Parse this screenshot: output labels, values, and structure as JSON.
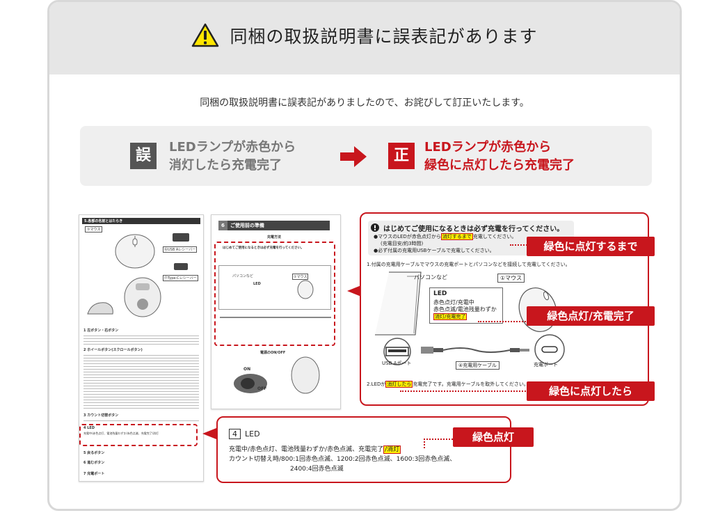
{
  "header": {
    "title": "同梱の取扱説明書に誤表記があります",
    "icon": "warning-icon"
  },
  "intro": "同梱の取扱説明書に誤表記がありましたので、お詫びして訂正いたします。",
  "compare": {
    "wrong_badge": "誤",
    "wrong_line1": "LEDランプが赤色から",
    "wrong_line2": "消灯したら充電完了",
    "right_badge": "正",
    "right_line1": "LEDランプが赤色から",
    "right_line2": "緑色に点灯したら充電完了"
  },
  "manual_left": {
    "section_title": "5.各部の名前とはたらき",
    "mouse_label": "①マウス",
    "usb_a_label": "⑯USB Aレシーバー",
    "usb_c_label": "⑰Type-Cレシーバー",
    "items": [
      "1 左ボタン・右ボタン",
      "2 ホイールボタン(スクロールボタン)",
      "3 カウント切替ボタン",
      "4 LED",
      "5 戻るボタン",
      "6 進むボタン",
      "7 充電ポート"
    ],
    "led_line": "充電中/赤色点灯、電池残量わずか/赤色点滅、充電完了/消灯"
  },
  "manual_mid": {
    "section_num": "6",
    "section_title": "ご使用前の準備",
    "sub1": "充電方法",
    "notice": "はじめてご使用になるときは必ず充電を行ってください。",
    "pc_label": "パソコンなど",
    "mouse_label": "①マウス",
    "led_label": "LED",
    "sub2": "電源のON/OFF",
    "on_label": "ON",
    "off_label": "OFF"
  },
  "zoom1": {
    "notice": "はじめてご使用になるときは必ず充電を行ってください。",
    "bullet1_a": "●マウスのLEDが赤色点灯から",
    "bullet1_hl": "消灯するまで",
    "bullet1_b": "充電してください。",
    "bullet1_sub": "(充電目安/約3時間)",
    "bullet2": "●必ず付属の充電用USBケーブルで充電してください。",
    "step1": "1.付属の充電用ケーブルでマウスの充電ポートとパソコンなどを接続して充電してください。",
    "pc_label": "パソコンなど",
    "mouse_label": "①マウス",
    "led_title": "LED",
    "led_line1": "赤色点灯/充電中",
    "led_line2": "赤色点滅/電池残量わずか",
    "led_hl": "消灯/充電完了",
    "usb_a": "USB Aポート",
    "cable": "④充電用ケーブル",
    "port": "充電ポート",
    "step2_a": "2.LEDが",
    "step2_hl": "消灯したら",
    "step2_b": "充電完了です。充電用ケーブルを取外してください。",
    "label1": "緑色に点灯するまで",
    "label2": "緑色点灯/充電完了",
    "label3": "緑色に点灯したら"
  },
  "zoom2": {
    "num": "4",
    "title": "LED",
    "line1_a": "充電中/赤色点灯、電池残量わずか/赤色点滅、充電完了",
    "line1_hl": "/消灯",
    "line2": "カウント切替え時/800:1回赤色点滅、1200:2回赤色点滅、1600:3回赤色点滅、",
    "line3": "2400:4回赤色点滅",
    "label": "緑色点灯"
  },
  "colors": {
    "accent": "#c8161d",
    "highlight": "#ffef00",
    "wrong": "#555555"
  }
}
